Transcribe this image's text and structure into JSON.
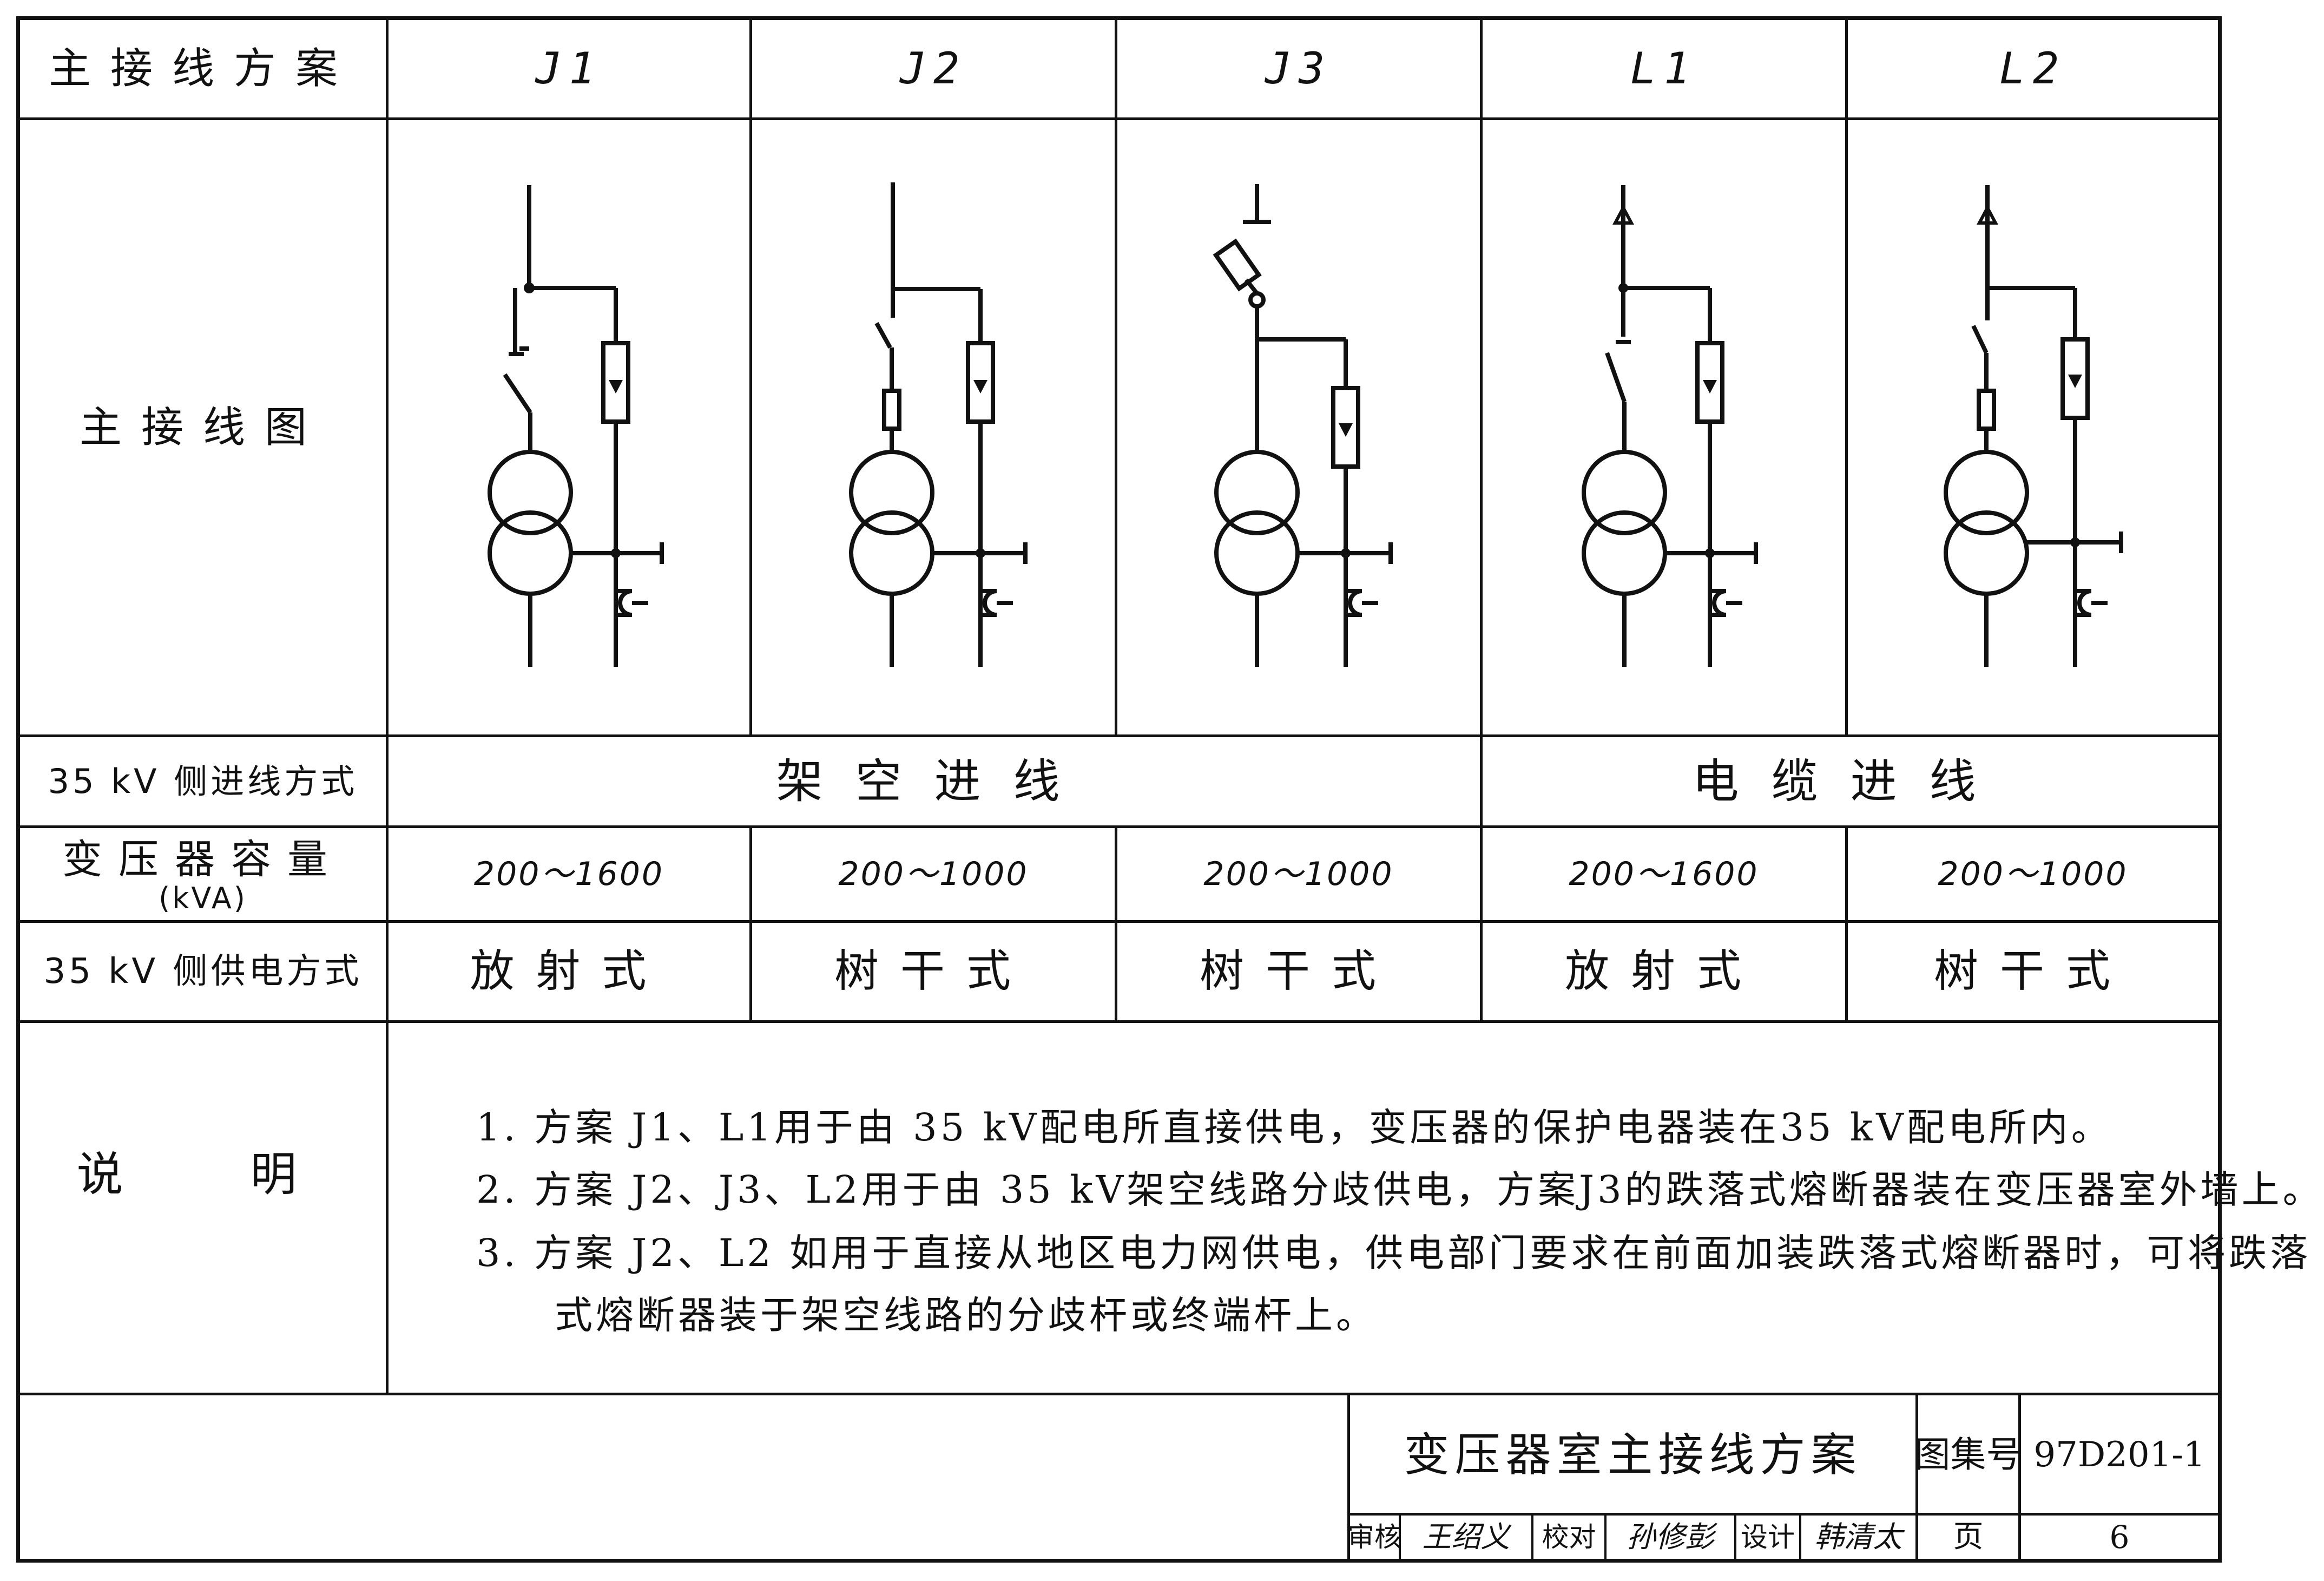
{
  "table": {
    "header_label": "主接线方案",
    "schemes": [
      "J1",
      "J2",
      "J3",
      "L1",
      "L2"
    ],
    "diagram_row_label": "主接线图",
    "incoming_row_label": "35 kV 侧进线方式",
    "incoming_overhead": "架空进线",
    "incoming_cable": "电缆进线",
    "capacity_row_label": "变压器容量",
    "capacity_unit": "(kVA)",
    "capacities": [
      "200～1600",
      "200～1000",
      "200～1000",
      "200～1600",
      "200～1000"
    ],
    "supply_row_label": "35 kV 侧供电方式",
    "supply_modes": [
      "放射式",
      "树干式",
      "树干式",
      "放射式",
      "树干式"
    ],
    "notes_row_label": "说  明",
    "notes": [
      "1.  方案 J1、L1用于由 35 kV配电所直接供电，变压器的保护电器装在35 kV配电所内。",
      "2.  方案 J2、J3、L2用于由 35 kV架空线路分歧供电，方案J3的跌落式熔断器装在变压器室外墙上。",
      "3.  方案 J2、L2 如用于直接从地区电力网供电，供电部门要求在前面加装跌落式熔断器时，可将跌落",
      "式熔断器装于架空线路的分歧杆或终端杆上。"
    ]
  },
  "title_block": {
    "drawing_title": "变压器室主接线方案",
    "atlas_label": "图集号",
    "atlas_number": "97D201-1",
    "review_label": "审核",
    "reviewer": "王绍义",
    "check_label": "校对",
    "checker": "孙修彭",
    "design_label": "设计",
    "designer": "韩清太",
    "page_label": "页",
    "page_number": "6"
  }
}
